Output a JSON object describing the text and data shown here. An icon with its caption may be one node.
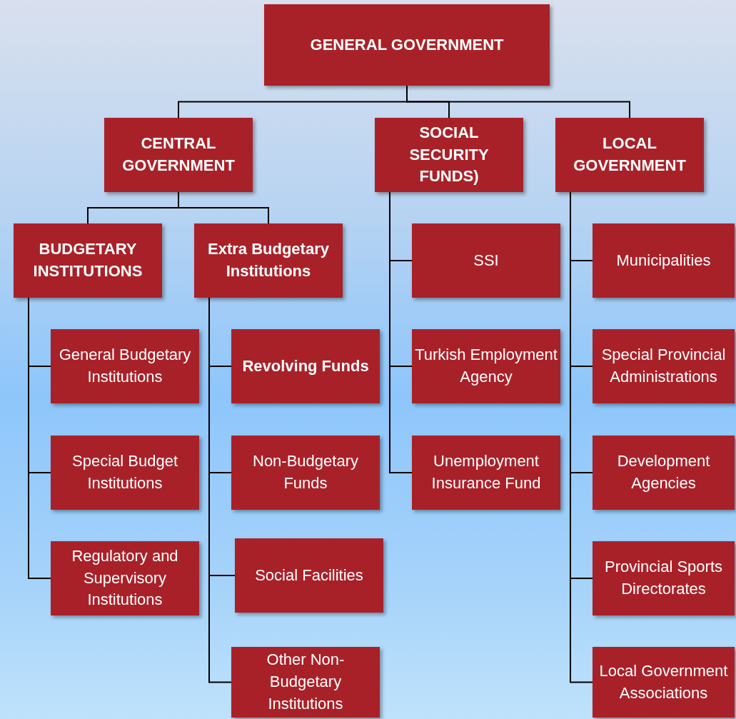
{
  "diagram": {
    "nodes": [
      {
        "text": [
          "GENERAL GOVERNMENT"
        ]
      },
      {
        "text": [
          "CENTRAL GOVERNMENT"
        ]
      },
      {
        "text": [
          "SOCIAL SECURITY FUNDS)"
        ]
      },
      {
        "text": [
          "LOCAL GOVERNMENT"
        ]
      },
      {
        "text": [
          "BUDGETARY INSTITUTIONS"
        ]
      },
      {
        "text": [
          "Extra Budgetary Institutions"
        ]
      },
      {
        "text": [
          "General Budgetary Institutions"
        ]
      },
      {
        "text": [
          "Special Budget Institutions"
        ]
      },
      {
        "text": [
          "Regulatory and Supervisory Institutions"
        ]
      },
      {
        "text": [
          "Revolving Funds"
        ]
      },
      {
        "text": [
          "Non-Budgetary Funds"
        ]
      },
      {
        "text": [
          "Social Facilities"
        ]
      },
      {
        "text": [
          "Other Non-Budgetary Institutions"
        ]
      },
      {
        "text": [
          "SSI"
        ]
      },
      {
        "text": [
          "Turkish Employment Agency"
        ]
      },
      {
        "text": [
          "Unemployment Insurance Fund"
        ]
      },
      {
        "text": [
          "Municipalities"
        ]
      },
      {
        "text": [
          "Special Provincial Administrations"
        ]
      },
      {
        "text": [
          "Development Agencies"
        ]
      },
      {
        "text": [
          "Provincial Sports Directorates"
        ]
      },
      {
        "text": [
          "Local Government Associations"
        ]
      }
    ],
    "edges": [
      {
        "from": 0,
        "to": 1,
        "arrow": "none"
      },
      {
        "from": 0,
        "to": 2,
        "arrow": "none"
      },
      {
        "from": 0,
        "to": 3,
        "arrow": "none"
      },
      {
        "from": 1,
        "to": 4,
        "arrow": "none"
      },
      {
        "from": 1,
        "to": 5,
        "arrow": "none"
      },
      {
        "from": 4,
        "to": 6,
        "arrow": "none"
      },
      {
        "from": 4,
        "to": 7,
        "arrow": "none"
      },
      {
        "from": 4,
        "to": 8,
        "arrow": "none"
      },
      {
        "from": 5,
        "to": 9,
        "arrow": "none"
      },
      {
        "from": 5,
        "to": 10,
        "arrow": "none"
      },
      {
        "from": 5,
        "to": 11,
        "arrow": "none"
      },
      {
        "from": 5,
        "to": 12,
        "arrow": "none"
      },
      {
        "from": 2,
        "to": 13,
        "arrow": "none"
      },
      {
        "from": 2,
        "to": 14,
        "arrow": "none"
      },
      {
        "from": 2,
        "to": 15,
        "arrow": "none"
      },
      {
        "from": 3,
        "to": 16,
        "arrow": "none"
      },
      {
        "from": 3,
        "to": 17,
        "arrow": "none"
      },
      {
        "from": 3,
        "to": 18,
        "arrow": "none"
      },
      {
        "from": 3,
        "to": 19,
        "arrow": "none"
      },
      {
        "from": 3,
        "to": 20,
        "arrow": "none"
      }
    ]
  }
}
